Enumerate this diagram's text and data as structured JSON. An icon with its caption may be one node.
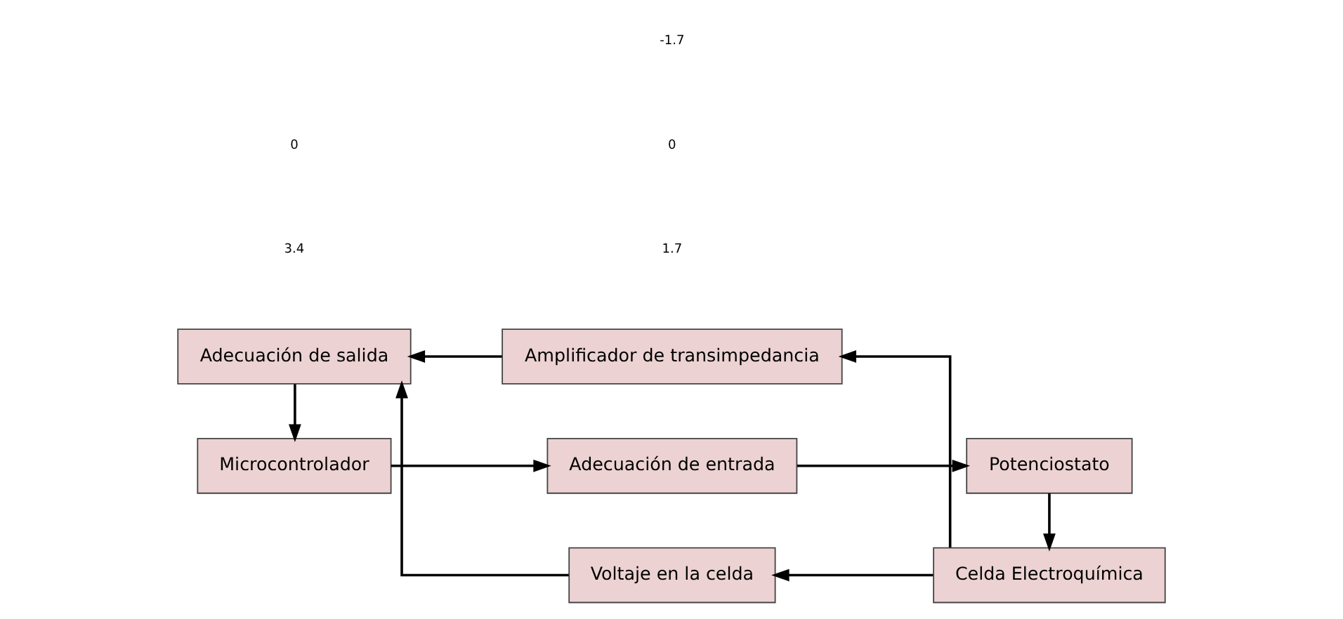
{
  "diagram": {
    "nodes": [
      {
        "text": [
          "Microcontrolador"
        ]
      },
      {
        "text": [
          "Adecuación de entrada"
        ]
      },
      {
        "text": [
          "Potenciostato"
        ]
      },
      {
        "text": [
          "Voltaje en la celda"
        ]
      },
      {
        "text": [
          "Adecuación de salida"
        ]
      },
      {
        "text": [
          "Celda Electroquímica"
        ]
      },
      {
        "text": [
          "Amplificador de transimpedancia"
        ]
      }
    ],
    "edges": [
      {
        "from": 0,
        "to": 1,
        "arrow": "to"
      },
      {
        "from": 1,
        "to": 2,
        "arrow": "to"
      },
      {
        "from": 2,
        "to": 5,
        "arrow": "to"
      },
      {
        "from": 5,
        "to": 3,
        "arrow": "to"
      },
      {
        "from": 5,
        "to": 6,
        "arrow": "to"
      },
      {
        "from": 3,
        "to": 4,
        "arrow": "to"
      },
      {
        "from": 6,
        "to": 4,
        "arrow": "to"
      },
      {
        "from": 4,
        "to": 0,
        "arrow": "to"
      }
    ],
    "labels": [
      "3.4",
      "0",
      "1.7",
      "0",
      "-1.7"
    ]
  }
}
